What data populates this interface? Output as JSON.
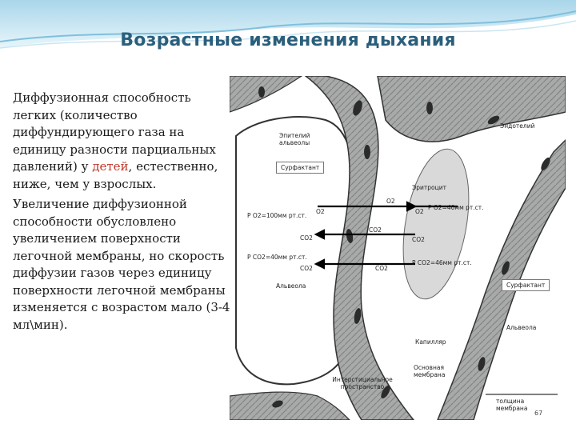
{
  "slide": {
    "title": "Возрастные изменения дыхания",
    "paragraph1_before": "Диффузионная способность легких (количество диффундирующего газа на единицу разности парциальных давлений) у ",
    "paragraph1_highlight": "детей",
    "paragraph1_after": ", естественно, ниже, чем у взрослых.",
    "paragraph2": "Увеличение диффузионной способности обусловлено увеличением поверхности легочной мембраны, но скорость диффузии газов через единицу поверхности легочной мембраны изменяется с возрастом мало (3-4 мл\\мин).",
    "page_number": "67",
    "accent_color": "#2a5f7c",
    "highlight_color": "#c0392b"
  },
  "diagram": {
    "labels": {
      "epithelium": "Эпителий альвеолы",
      "endothelium": "Эндотелий",
      "surfactant_left": "Сурфактант",
      "surfactant_right": "Сурфактант",
      "erythrocyte": "Эритроцит",
      "o2_left": "O2",
      "o2_center": "O2",
      "o2_right": "O2",
      "co2_left1": "CO2",
      "co2_center1": "CO2",
      "co2_right1": "CO2",
      "co2_left2": "CO2",
      "co2_center2": "CO2",
      "po2_left": "Р О2=100мм рт.ст.",
      "pco2_left": "Р СО2=40мм рт.ст.",
      "po2_right": "Р О2=40мм рт.ст.",
      "pco2_right": "Р СО2=46мм рт.ст.",
      "alveola_left": "Альвеола",
      "alveola_right": "Альвеола",
      "capillary": "Капилляр",
      "basement_membrane": "Основная мембрана",
      "interstitial_space": "Интерстициальное пространство",
      "membrane_thickness": "толщина мембрана"
    }
  }
}
